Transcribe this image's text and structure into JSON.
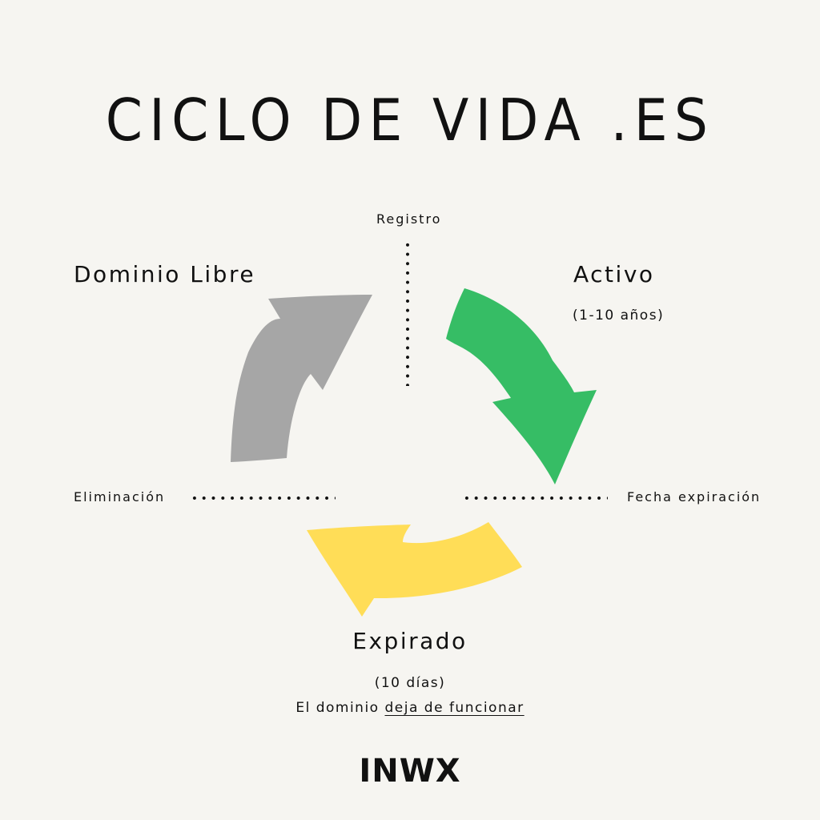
{
  "title": "CICLO DE VIDA .ES",
  "stages": {
    "registro": {
      "label": "Registro"
    },
    "activo": {
      "label": "Activo",
      "duration": "(1-10 años)",
      "color": "#36bd65"
    },
    "fecha_expiracion": {
      "label": "Fecha expiración"
    },
    "expirado": {
      "label": "Expirado",
      "duration": "(10 días)",
      "note_prefix": "El dominio ",
      "note_emphasis": "deja de funcionar",
      "color": "#ffdd57"
    },
    "eliminacion": {
      "label": "Eliminación"
    },
    "dominio_libre": {
      "label": "Dominio Libre",
      "color": "#a6a6a6"
    }
  },
  "logo": "INWX",
  "colors": {
    "background": "#f6f5f1",
    "text": "#111111"
  }
}
